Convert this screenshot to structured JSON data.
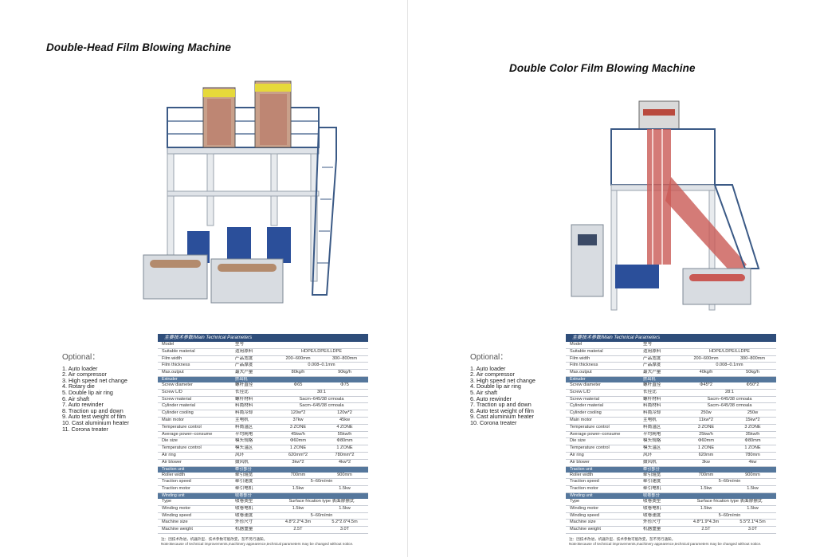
{
  "left": {
    "title": "Double-Head Film Blowing Machine",
    "optional": {
      "heading": "Optional：",
      "items": [
        "1. Auto loader",
        "2. Air compressor",
        "3. High speed net change",
        "4. Rotary die",
        "5. Double lip air ring",
        "6. Air shaft",
        "7. Auto rewinder",
        "8. Traction up and down",
        "9. Auto test weight of film",
        "10. Cast aluminium heater",
        "11. Corona treater"
      ]
    },
    "spec": {
      "caption": "主要技术参数/Main Technical Parameters",
      "rows": [
        {
          "t": "row",
          "en": "Model",
          "cn": "型号",
          "a": "",
          "b": ""
        },
        {
          "t": "row",
          "en": "Suitable material",
          "cn": "适用原料",
          "span": "HDPE/LDPE/LLDPE"
        },
        {
          "t": "row",
          "en": "Film width",
          "cn": "产品宽度",
          "a": "200–600mm",
          "b": "300–800mm"
        },
        {
          "t": "row",
          "en": "Film thickness",
          "cn": "产品厚度",
          "span": "0.008–0.1mm"
        },
        {
          "t": "row",
          "en": "Max.output",
          "cn": "最大产量",
          "a": "80kg/h",
          "b": "90kg/h"
        },
        {
          "t": "sec",
          "en": "Extruder",
          "cn": "挤出机"
        },
        {
          "t": "row",
          "en": "Screw diameter",
          "cn": "螺杆直径",
          "a": "Φ65",
          "b": "Φ75"
        },
        {
          "t": "row",
          "en": "Screw L/D",
          "cn": "长径比",
          "span": "30:1"
        },
        {
          "t": "row",
          "en": "Screw material",
          "cn": "螺杆材料",
          "span": "Sacm–645/38 crmoala"
        },
        {
          "t": "row",
          "en": "Cylinder material",
          "cn": "料筒材料",
          "span": "Sacm–645/38 crmoala"
        },
        {
          "t": "row",
          "en": "Cylinder cooling",
          "cn": "料筒冷却",
          "a": "120w*2",
          "b": "120w*2"
        },
        {
          "t": "row",
          "en": "Main motor",
          "cn": "主电机",
          "a": "37kw",
          "b": "45kw"
        },
        {
          "t": "row",
          "en": "Temperature control",
          "cn": "料筒温区",
          "a": "3 ZONE",
          "b": "4 ZONE"
        },
        {
          "t": "row",
          "en": "Average power–consume",
          "cn": "平均耗电",
          "a": "45kw/h",
          "b": "55kw/h"
        },
        {
          "t": "row",
          "en": "Die size",
          "cn": "模头规格",
          "a": "Φ60mm",
          "b": "Φ80mm"
        },
        {
          "t": "row",
          "en": "Temperature control",
          "cn": "模头温区",
          "a": "1 ZONE",
          "b": "1 ZONE"
        },
        {
          "t": "row",
          "en": "Air ring",
          "cn": "风环",
          "a": "620mm*2",
          "b": "780mm*2"
        },
        {
          "t": "row",
          "en": "Air blower",
          "cn": "鼓风机",
          "a": "3kw*2",
          "b": "4kw*2"
        },
        {
          "t": "sec",
          "en": "Traction unit",
          "cn": "牵引部分"
        },
        {
          "t": "row",
          "en": "Roller width",
          "cn": "牵引辊宽",
          "a": "700mm",
          "b": "900mm"
        },
        {
          "t": "row",
          "en": "Traction speed",
          "cn": "牵引速度",
          "span": "5–60m/min"
        },
        {
          "t": "row",
          "en": "Traction motor",
          "cn": "牵引电机",
          "a": "1.5kw",
          "b": "1.5kw"
        },
        {
          "t": "sec",
          "en": "Winding unit",
          "cn": "收卷部分"
        },
        {
          "t": "row",
          "en": "Type",
          "cn": "收卷类型",
          "span": "Surface frication type 表面摩擦式"
        },
        {
          "t": "row",
          "en": "Winding motor",
          "cn": "收卷电机",
          "a": "1.5kw",
          "b": "1.5kw"
        },
        {
          "t": "row",
          "en": "Winding speed",
          "cn": "收卷速度",
          "span": "5–60m/min"
        },
        {
          "t": "row",
          "en": "Machine size",
          "cn": "外形尺寸",
          "a": "4.8*2.2*4.3m",
          "b": "5.2*2.6*4.5m"
        },
        {
          "t": "row",
          "en": "Machine weight",
          "cn": "机器重量",
          "a": "2.5T",
          "b": "3.0T"
        }
      ],
      "note1": "注：因技术改进，机器外型、技术参数可能改变，恕不另行通知。",
      "note2": "Note:Because of technical improvements,machinery appearence,technical parameters may be changed without notice."
    }
  },
  "right": {
    "title": "Double Color Film Blowing Machine",
    "optional": {
      "heading": "Optional：",
      "items": [
        "1. Auto loader",
        "2. Air compressor",
        "3. High speed net change",
        "4. Double lip air ring",
        "5. Air shaft",
        "6. Auto rewinder",
        "7. Traction up and down",
        "8. Auto test weight of film",
        "9. Cast aluminium heater",
        "10. Corona treater"
      ]
    },
    "spec": {
      "caption": "主要技术参数/Main Technical Parameters",
      "rows": [
        {
          "t": "row",
          "en": "Model",
          "cn": "型号",
          "a": "",
          "b": ""
        },
        {
          "t": "row",
          "en": "Suitable material",
          "cn": "适用原料",
          "span": "HDPE/LDPE/LLDPE"
        },
        {
          "t": "row",
          "en": "Film width",
          "cn": "产品宽度",
          "a": "200–600mm",
          "b": "300–800mm"
        },
        {
          "t": "row",
          "en": "Film thickness",
          "cn": "产品厚度",
          "span": "0.008–0.1mm"
        },
        {
          "t": "row",
          "en": "Max.output",
          "cn": "最大产量",
          "a": "40kg/h",
          "b": "50kg/h"
        },
        {
          "t": "sec",
          "en": "Extruder",
          "cn": "挤出机"
        },
        {
          "t": "row",
          "en": "Screw diameter",
          "cn": "螺杆直径",
          "a": "Φ45*2",
          "b": "Φ50*2"
        },
        {
          "t": "row",
          "en": "Screw L/D",
          "cn": "长径比",
          "span": "28:1"
        },
        {
          "t": "row",
          "en": "Screw material",
          "cn": "螺杆材料",
          "span": "Sacm–645/38 crmoala"
        },
        {
          "t": "row",
          "en": "Cylinder material",
          "cn": "料筒材料",
          "span": "Sacm–645/38 crmoala"
        },
        {
          "t": "row",
          "en": "Cylinder cooling",
          "cn": "料筒冷却",
          "a": "250w",
          "b": "250w"
        },
        {
          "t": "row",
          "en": "Main motor",
          "cn": "主电机",
          "a": "11kw*2",
          "b": "15kw*2"
        },
        {
          "t": "row",
          "en": "Temperature control",
          "cn": "料筒温区",
          "a": "3 ZONE",
          "b": "3 ZONE"
        },
        {
          "t": "row",
          "en": "Average power–consume",
          "cn": "平均耗电",
          "a": "25kw/h",
          "b": "35kw/h"
        },
        {
          "t": "row",
          "en": "Die size",
          "cn": "模头规格",
          "a": "Φ60mm",
          "b": "Φ80mm"
        },
        {
          "t": "row",
          "en": "Temperature control",
          "cn": "模头温区",
          "a": "1 ZONE",
          "b": "1 ZONE"
        },
        {
          "t": "row",
          "en": "Air ring",
          "cn": "风环",
          "a": "620mm",
          "b": "780mm"
        },
        {
          "t": "row",
          "en": "Air blower",
          "cn": "鼓风机",
          "a": "3kw",
          "b": "4kw"
        },
        {
          "t": "sec",
          "en": "Traction unit",
          "cn": "牵引部分"
        },
        {
          "t": "row",
          "en": "Roller width",
          "cn": "牵引辊宽",
          "a": "700mm",
          "b": "900mm"
        },
        {
          "t": "row",
          "en": "Traction speed",
          "cn": "牵引速度",
          "span": "5–60m/min"
        },
        {
          "t": "row",
          "en": "Traction motor",
          "cn": "牵引电机",
          "a": "1.5kw",
          "b": "1.5kw"
        },
        {
          "t": "sec",
          "en": "Winding unit",
          "cn": "收卷部分"
        },
        {
          "t": "row",
          "en": "Type",
          "cn": "收卷类型",
          "span": "Surface frication type 表面摩擦式"
        },
        {
          "t": "row",
          "en": "Winding motor",
          "cn": "收卷电机",
          "a": "1.5kw",
          "b": "1.5kw"
        },
        {
          "t": "row",
          "en": "Winding speed",
          "cn": "收卷速度",
          "span": "5–60m/min"
        },
        {
          "t": "row",
          "en": "Machine size",
          "cn": "外形尺寸",
          "a": "4.8*1.9*4.3m",
          "b": "5.5*2.1*4.5m"
        },
        {
          "t": "row",
          "en": "Machine weight",
          "cn": "机器重量",
          "a": "2.5T",
          "b": "3.0T"
        }
      ],
      "note1": "注：因技术改进，机器外型、技术参数可能改变，恕不另行通知。",
      "note2": "Note:Because of technical improvements,machinery appearence,technical parameters may be changed without notice."
    }
  }
}
